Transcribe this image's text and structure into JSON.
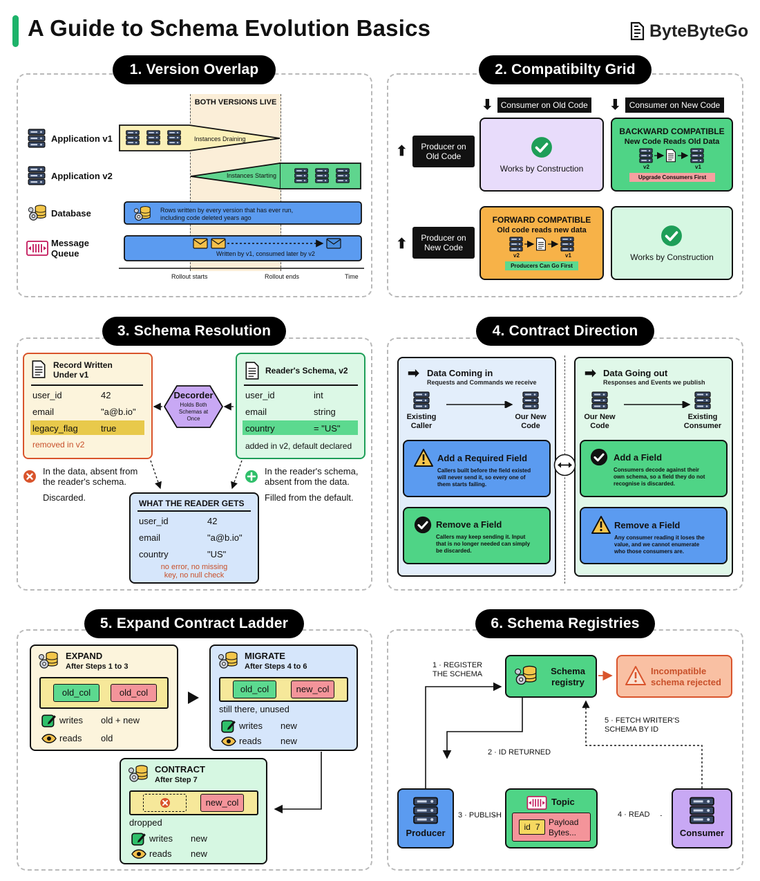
{
  "header": {
    "title": "A Guide to Schema Evolution Basics",
    "brand": "ByteByteGo",
    "accent": "#1db36a"
  },
  "s1": {
    "title": "1.  Version Overlap",
    "live": "BOTH VERSIONS LIVE",
    "app1": "Application v1",
    "app2": "Application v2",
    "db": "Database",
    "mq1": "Message",
    "mq2": "Queue",
    "draining": "Instances Draining",
    "starting": "Instances Starting",
    "dbtext1": "Rows written by every version that has ever run,",
    "dbtext2": "including code deleted years ago",
    "mqtext": "Written by v1, consumed later by v2",
    "t1": "Rollout starts",
    "t2": "Rollout ends",
    "t3": "Time"
  },
  "s2": {
    "title": "2.  Compatibilty Grid",
    "col1": "Consumer on Old Code",
    "col2": "Consumer on New Code",
    "row1a": "Producer on",
    "row1b": "Old Code",
    "row2a": "Producer on",
    "row2b": "New Code",
    "works": "Works by Construction",
    "bc_title": "BACKWARD COMPATIBLE",
    "bc_sub": "New Code Reads Old Data",
    "bc_v2": "v2",
    "bc_v1": "v1",
    "bc_tag": "Upgrade Consumers First",
    "fc_title": "FORWARD COMPATIBLE",
    "fc_sub": "Old code reads new data",
    "fc_v2": "v2",
    "fc_v1": "v1",
    "fc_tag": "Producers Can Go First"
  },
  "s3": {
    "title": "3.  Schema Resolution",
    "rec_title1": "Record Written",
    "rec_title2": "Under v1",
    "rec_rows": [
      {
        "k": "user_id",
        "v": "42"
      },
      {
        "k": "email",
        "v": "\"a@b.io\""
      },
      {
        "k": "legacy_flag",
        "v": "true"
      }
    ],
    "rec_note": "removed in v2",
    "dec_title": "Decorder",
    "dec_sub1": "Holds Both",
    "dec_sub2": "Schemas at",
    "dec_sub3": "Once",
    "rs_title": "Reader's Schema, v2",
    "rs_rows": [
      {
        "k": "user_id",
        "v": "int"
      },
      {
        "k": "email",
        "v": "string"
      },
      {
        "k": "country",
        "v": "= \"US\""
      }
    ],
    "rs_note": "added in v2, default declared",
    "left1": "In the data, absent from",
    "left2": "the reader's schema.",
    "left3": "Discarded.",
    "right1": "In the reader's schema,",
    "right2": "absent from the data.",
    "right3": "Filled from the default.",
    "out_title": "WHAT THE READER GETS",
    "out_rows": [
      {
        "k": "user_id",
        "v": "42"
      },
      {
        "k": "email",
        "v": "\"a@b.io\""
      },
      {
        "k": "country",
        "v": "\"US\""
      }
    ],
    "out_note1": "no error, no missing",
    "out_note2": "key, no null check"
  },
  "s4": {
    "title": "4.  Contract Direction",
    "in_title": "Data Coming in",
    "in_sub": "Requests and Commands we receive",
    "in_a1": "Existing",
    "in_a2": "Caller",
    "in_b1": "Our New",
    "in_b2": "Code",
    "out_title": "Data Going out",
    "out_sub": "Responses and Events we publish",
    "out_a1": "Our New",
    "out_a2": "Code",
    "out_b1": "Existing",
    "out_b2": "Consumer",
    "c1_title": "Add a Required Field",
    "c1_1": "Callers built before the field existed",
    "c1_2": "will never send it, so every one of",
    "c1_3": "them starts failing.",
    "c2_title": "Remove a Field",
    "c2_1": "Callers may keep sending it. Input",
    "c2_2": "that is no longer needed can simply",
    "c2_3": "be discarded.",
    "c3_title": "Add a Field",
    "c3_1": "Consumers decode against their",
    "c3_2": "own schema, so a field they do not",
    "c3_3": "recognise is discarded.",
    "c4_title": "Remove a Field",
    "c4_1": "Any consumer reading it loses the",
    "c4_2": "value, and we cannot enumerate",
    "c4_3": "who those consumers are."
  },
  "s5": {
    "title": "5.  Expand Contract Ladder",
    "e_title": "EXPAND",
    "e_sub": "After Steps 1 to 3",
    "e_c1": "old_col",
    "e_c2": "old_col",
    "e_w": "writes",
    "e_wv": "old + new",
    "e_r": "reads",
    "e_rv": "old",
    "m_title": "MIGRATE",
    "m_sub": "After Steps 4 to 6",
    "m_c1": "old_col",
    "m_c2": "new_col",
    "m_note": "still there, unused",
    "m_w": "writes",
    "m_wv": "new",
    "m_r": "reads",
    "m_rv": "new",
    "k_title": "CONTRACT",
    "k_sub": "After Step 7",
    "k_c2": "new_col",
    "k_note": "dropped",
    "k_w": "writes",
    "k_wv": "new",
    "k_r": "reads",
    "k_rv": "new"
  },
  "s6": {
    "title": "6.  Schema Registries",
    "reg1": "Schema",
    "reg2": "registry",
    "rej1": "Incompatible",
    "rej2": "schema rejected",
    "step1a": "1 · REGISTER",
    "step1b": "THE SCHEMA",
    "step2": "2 · ID RETURNED",
    "step3": "3 · PUBLISH",
    "step4": "4 · READ",
    "step5a": "5 · FETCH WRITER'S",
    "step5b": "SCHEMA BY ID",
    "producer": "Producer",
    "topic": "Topic",
    "id": "id",
    "idv": "7",
    "payload1": "Payload",
    "payload2": "Bytes...",
    "consumer": "Consumer"
  }
}
